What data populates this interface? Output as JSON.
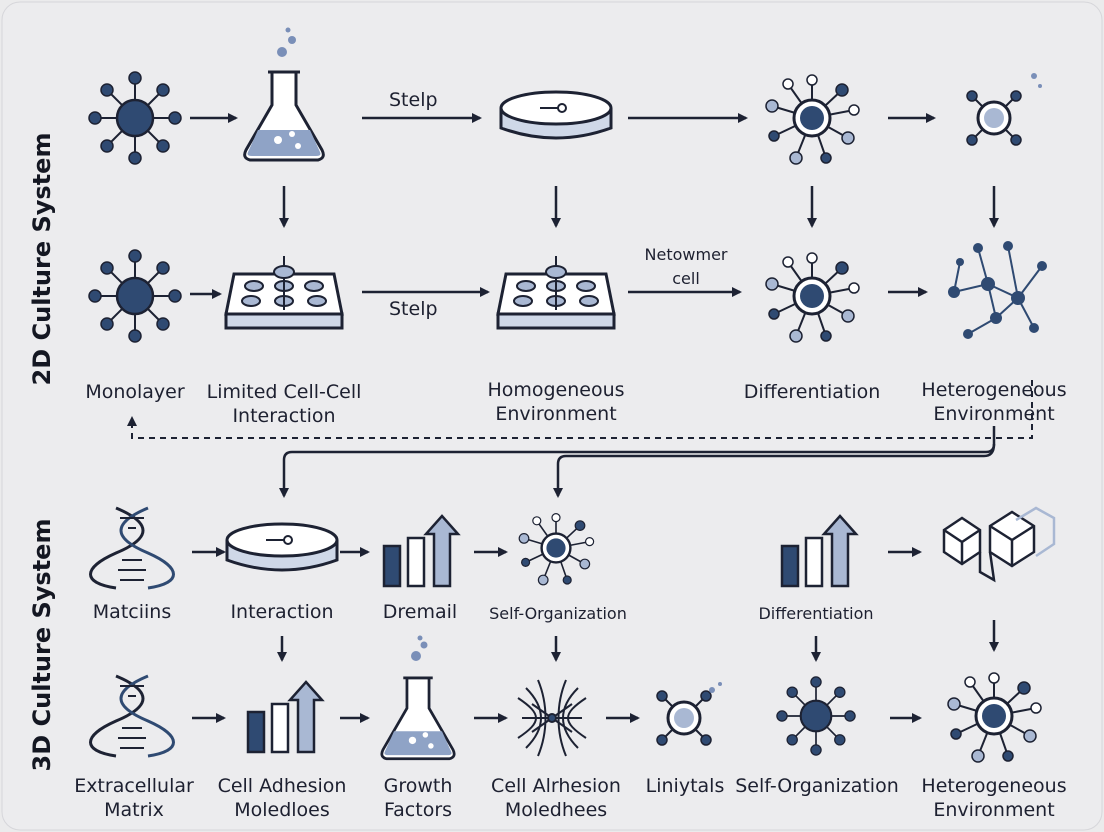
{
  "sections": {
    "top_title": "2D Culture System",
    "bottom_title": "3D Culture System"
  },
  "arrow_labels": {
    "step_top": "Stelp",
    "step_mid": "Stelp",
    "netowmer_line1": "Netowmer",
    "netowmer_line2": "cell"
  },
  "labels_2d": {
    "monolayer": "Monolayer",
    "limited_line1": "Limited Cell-Cell",
    "limited_line2": "Interaction",
    "homog_line1": "Homogeneous",
    "homog_line2": "Environment",
    "differentiation": "Differentiation",
    "hetero_line1": "Heterogeneous",
    "hetero_line2": "Environment"
  },
  "labels_3d_row1": {
    "matciins": "Matciins",
    "interaction": "Interaction",
    "dremail": "Dremail",
    "self_org": "Self-Organization",
    "differentiation": "Differentiation"
  },
  "labels_3d_row2": {
    "ecm_line1": "Extracellular",
    "ecm_line2": "Matrix",
    "adhesion_line1": "Cell Adhesion",
    "adhesion_line2": "Moledloes",
    "growth_line1": "Growth",
    "growth_line2": "Factors",
    "alrhesion_line1": "Cell Alrhesion",
    "alrhesion_line2": "Moledhees",
    "liniytals": "Liniytals",
    "self_org": "Self-Organization",
    "hetero_line1": "Heterogeneous",
    "hetero_line2": "Environment"
  },
  "colors": {
    "navy": "#2f4a72",
    "navy_dark": "#1f2a44",
    "light_blue": "#a9b8d3",
    "stroke": "#1d2233",
    "background": "#ebebec"
  }
}
